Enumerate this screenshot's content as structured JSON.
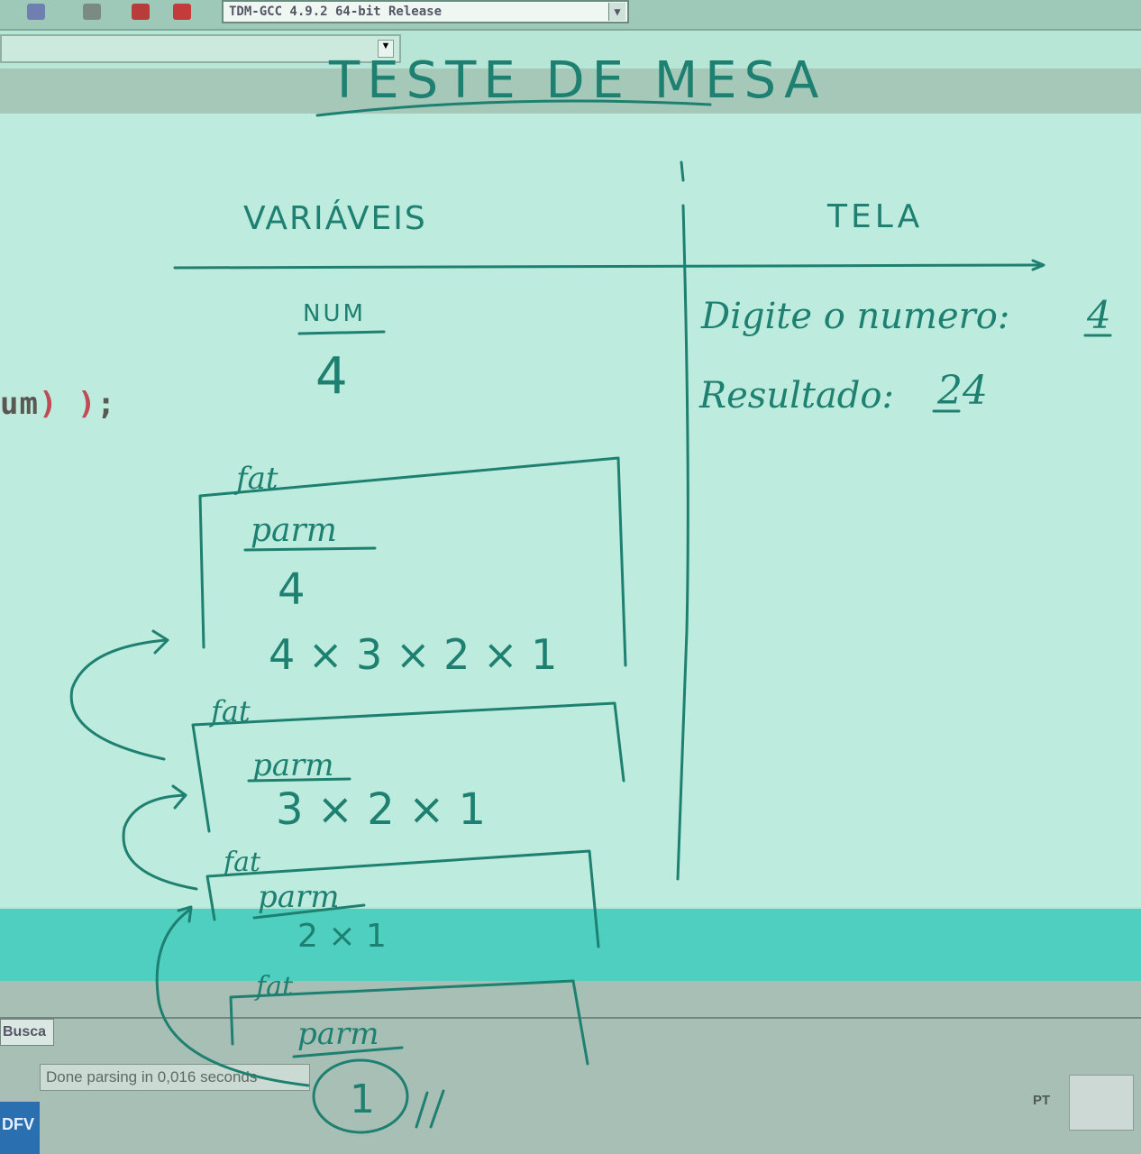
{
  "ide": {
    "compiler_label": "TDM-GCC 4.9.2 64-bit Release",
    "code_fragment_text": "um) );",
    "bottom_tab": "Busca",
    "status_message": "Done parsing in 0,016 seconds",
    "language_indicator": "PT",
    "taskbar_label": "DFV"
  },
  "whiteboard": {
    "title": "TESTE DE MESA",
    "col_variables": "VARIÁVEIS",
    "col_screen": "TELA",
    "num_label": "NUM",
    "num_value": "4",
    "screen_prompt": "Digite o numero:",
    "screen_input": "4",
    "screen_result_label": "Resultado:",
    "screen_result_value": "24",
    "frames": [
      {
        "label": "fat",
        "param_label": "parm",
        "param_value": "4",
        "expression": "4 × 3 × 2 × 1"
      },
      {
        "label": "fat",
        "param_label": "parm",
        "expression": "3 × 2 × 1"
      },
      {
        "label": "fat",
        "param_label": "parm",
        "expression": "2 × 1"
      },
      {
        "label": "fat",
        "param_label": "parm",
        "return_value": "1"
      }
    ]
  },
  "colors": {
    "ink": "#1e8070",
    "editor_bg": "#bdebde",
    "highlight": "#4ecfc0"
  }
}
